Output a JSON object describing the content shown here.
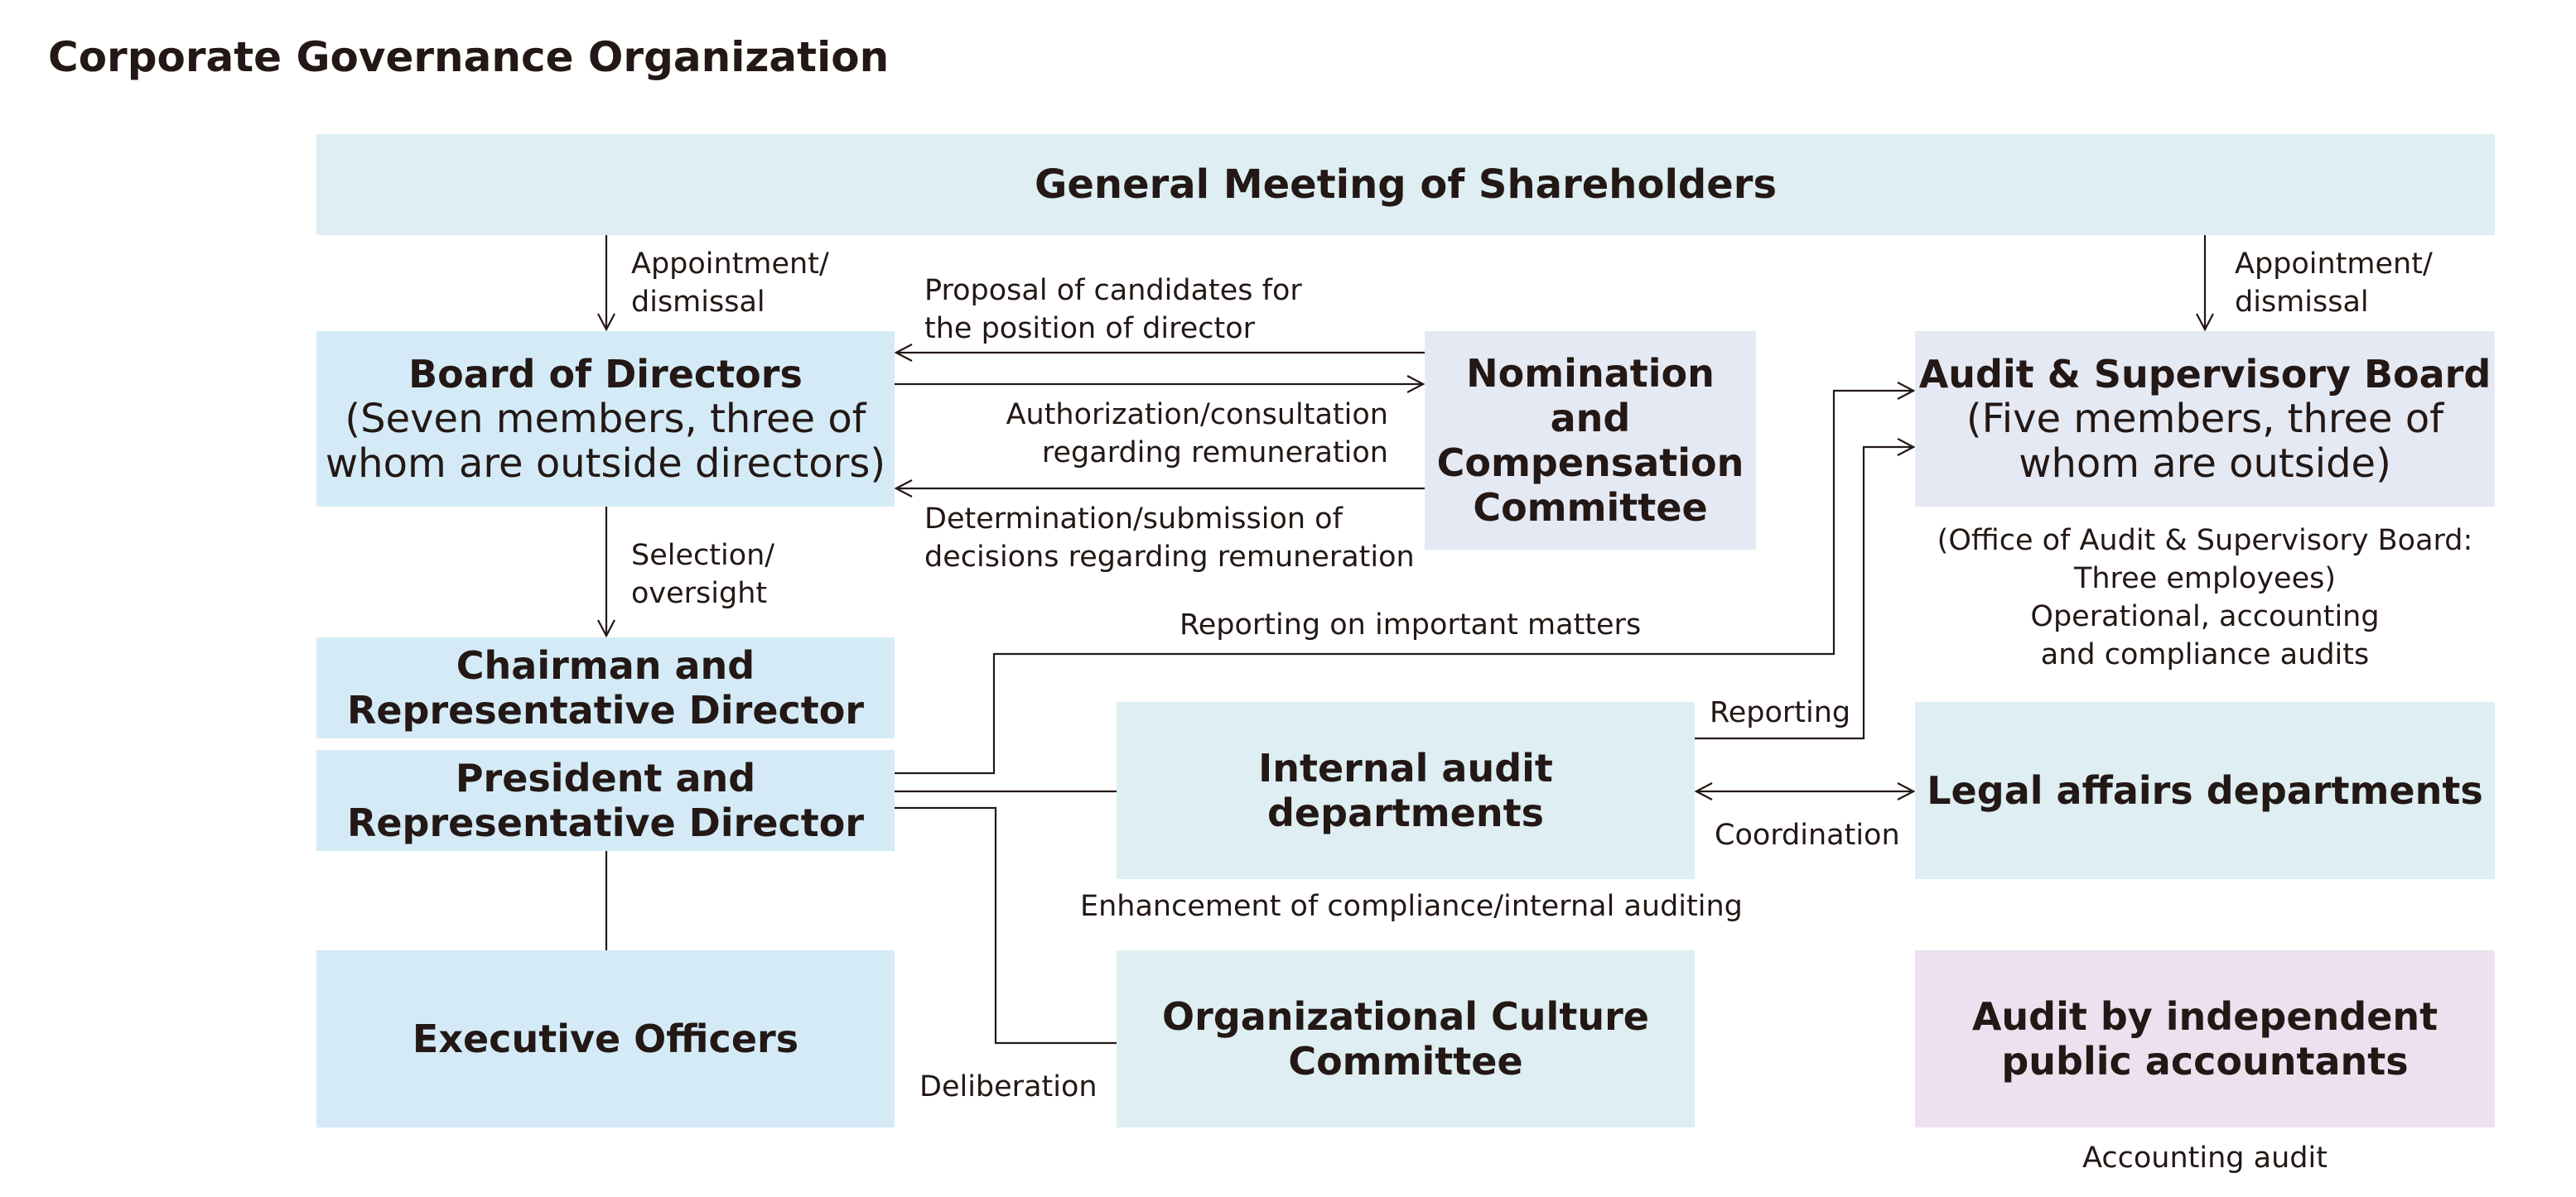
{
  "title": "Corporate Governance Organization",
  "boxes": {
    "shareholders": "General Meeting of Shareholders",
    "board": {
      "title": "Board of Directors",
      "detail_1": "(Seven members, three of",
      "detail_2": "whom are outside directors)"
    },
    "nomination": {
      "line_1": "Nomination",
      "line_2": "and",
      "line_3": "Compensation",
      "line_4": "Committee"
    },
    "audit_board": {
      "title": "Audit & Supervisory Board",
      "detail_1": "(Five members, three of",
      "detail_2": "whom are outside)"
    },
    "chairman": {
      "line_1": "Chairman and",
      "line_2": "Representative Director"
    },
    "president": {
      "line_1": "President and",
      "line_2": "Representative Director"
    },
    "executive": "Executive Officers",
    "internal_audit": "Internal audit departments",
    "legal": "Legal affairs departments",
    "culture": {
      "line_1": "Organizational Culture",
      "line_2": "Committee"
    },
    "accountants": {
      "line_1": "Audit by independent",
      "line_2": "public accountants"
    }
  },
  "labels": {
    "appointment_left": {
      "line_1": "Appointment/",
      "line_2": "dismissal"
    },
    "appointment_right": {
      "line_1": "Appointment/",
      "line_2": "dismissal"
    },
    "proposal": {
      "line_1": "Proposal of candidates for",
      "line_2": "the position of director"
    },
    "authorization": {
      "line_1": "Authorization/consultation",
      "line_2": "regarding remuneration"
    },
    "determination": {
      "line_1": "Determination/submission of",
      "line_2": "decisions regarding remuneration"
    },
    "selection": {
      "line_1": "Selection/",
      "line_2": "oversight"
    },
    "reporting_important": "Reporting on important matters",
    "reporting": "Reporting",
    "coordination": "Coordination",
    "enhancement": "Enhancement of compliance/internal auditing",
    "deliberation": "Deliberation",
    "office": {
      "line_1": "(Office of Audit & Supervisory Board:",
      "line_2": "Three employees)",
      "line_3": "Operational, accounting",
      "line_4": "and compliance audits"
    },
    "accounting_audit": "Accounting audit"
  },
  "colors": {
    "shareholders_box": "#deeef2",
    "director_boxes": "#d4ebf7",
    "committee_boxes": "#e5e9f3",
    "department_boxes": "#deeef2",
    "accountants_box": "#ede1ef",
    "line": "#231815"
  }
}
